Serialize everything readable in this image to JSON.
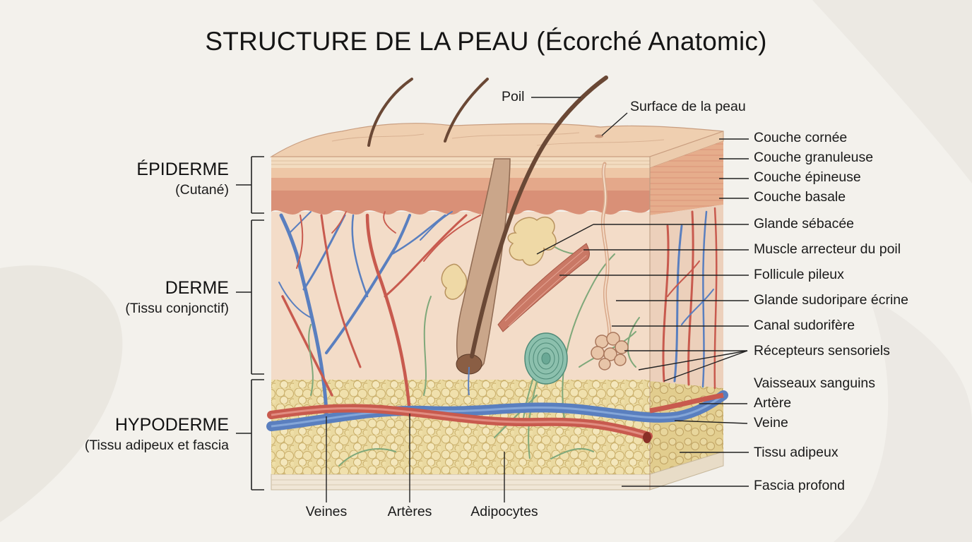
{
  "title": "STRUCTURE DE LA PEAU (Écorché Anatomic)",
  "layers": [
    {
      "name": "ÉPIDERME",
      "sub": "(Cutané)"
    },
    {
      "name": "DERME",
      "sub": "(Tissu conjonctif)"
    },
    {
      "name": "HYPODERME",
      "sub": "(Tissu adipeux et fascia"
    }
  ],
  "top_labels": {
    "hair": "Poil",
    "surface": "Surface de la peau"
  },
  "right_labels": [
    "Couche cornée",
    "Couche granuleuse",
    "Couche épineuse",
    "Couche basale",
    "Glande sébacée",
    "Muscle arrecteur du poil",
    "Follicule pileux",
    "Glande sudoripare écrine",
    "Canal sudorifère",
    "Récepteurs sensoriels",
    "Vaisseaux sanguins",
    "Artère",
    "Veine",
    "Tissu adipeux",
    "Fascia profond"
  ],
  "bottom_labels": [
    "Veines",
    "Artères",
    "Adipocytes"
  ],
  "colors": {
    "background": "#f3f1ec",
    "artery": "#c85a4e",
    "vein": "#5a7fbf",
    "fat": "#e8d59a",
    "epidermis": "#e9b89a",
    "dermis": "#f2d5c0",
    "nerve": "#7fa87a",
    "receptor": "#5f9c8c"
  }
}
